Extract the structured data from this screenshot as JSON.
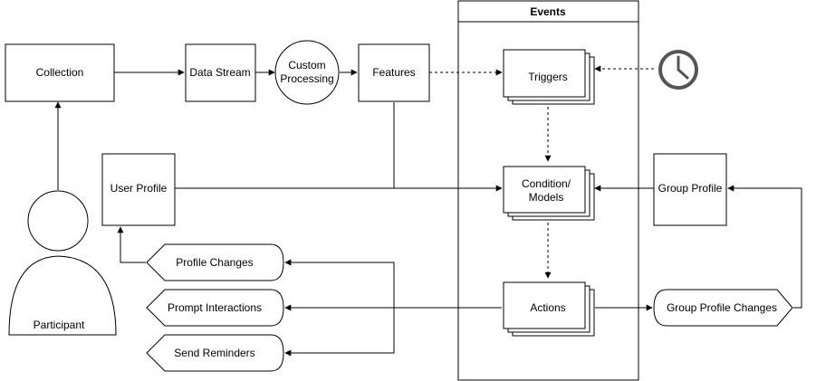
{
  "events": {
    "title": "Events"
  },
  "nodes": {
    "collection": "Collection",
    "data_stream": "Data Stream",
    "custom_processing": [
      "Custom",
      "Processing"
    ],
    "features": "Features",
    "triggers": "Triggers",
    "condition_models": [
      "Condition/",
      "Models"
    ],
    "actions": "Actions",
    "user_profile": "User Profile",
    "group_profile": "Group Profile",
    "profile_changes": "Profile Changes",
    "prompt_interactions": "Prompt Interactions",
    "send_reminders": "Send Reminders",
    "group_profile_changes": "Group Profile Changes",
    "participant": "Participant"
  },
  "icons": {
    "clock": "clock-icon",
    "person": "participant-icon"
  },
  "colors": {
    "stroke": "#000000",
    "fill": "#ffffff",
    "clock": "#555555"
  }
}
